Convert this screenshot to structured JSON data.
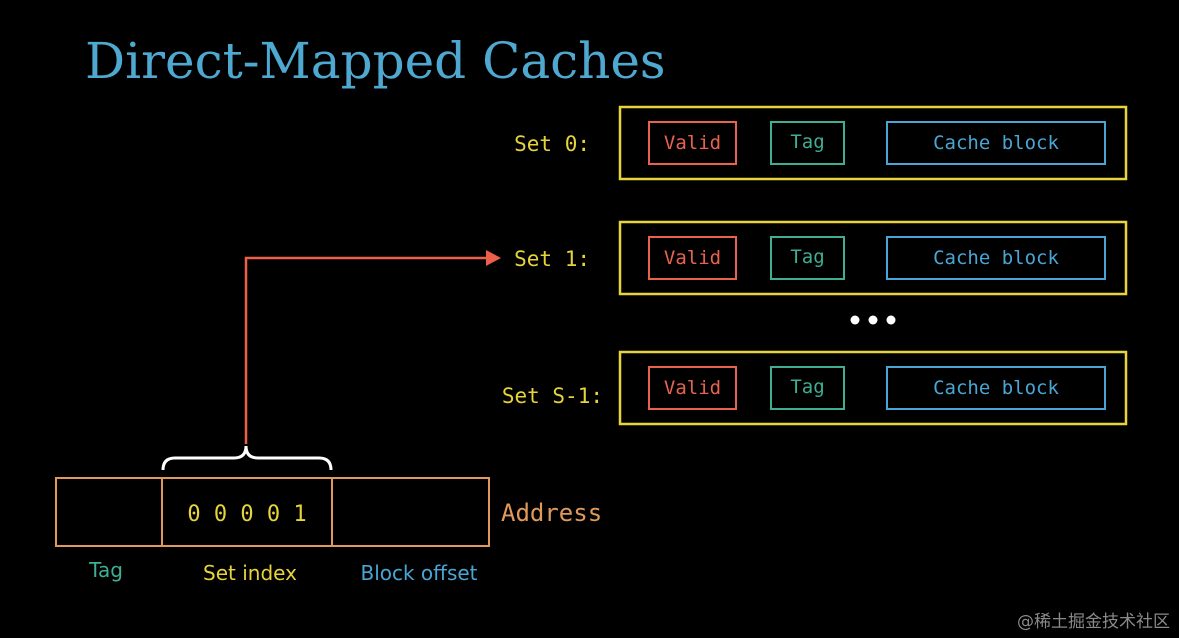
{
  "title": "Direct-Mapped Caches",
  "sets": [
    {
      "label": "Set 0:",
      "valid": "Valid",
      "tag": "Tag",
      "block": "Cache block"
    },
    {
      "label": "Set 1:",
      "valid": "Valid",
      "tag": "Tag",
      "block": "Cache block"
    },
    {
      "label": "Set S-1:",
      "valid": "Valid",
      "tag": "Tag",
      "block": "Cache block"
    }
  ],
  "ellipsis": "•••",
  "address": {
    "label": "Address",
    "set_index_value": "0 0 0 0 1",
    "field_labels": {
      "tag": "Tag",
      "set_index": "Set index",
      "block_offset": "Block offset"
    }
  },
  "watermark": "@稀土掘金技术社区",
  "colors": {
    "background": "#000000",
    "title": "#4ea8d0",
    "set_frame": "#e6d43a",
    "valid": "#e8624e",
    "tag": "#3fae93",
    "block": "#49a6d4",
    "address": "#e0995a",
    "arrow": "#ec5f49",
    "brace": "#ffffff"
  }
}
